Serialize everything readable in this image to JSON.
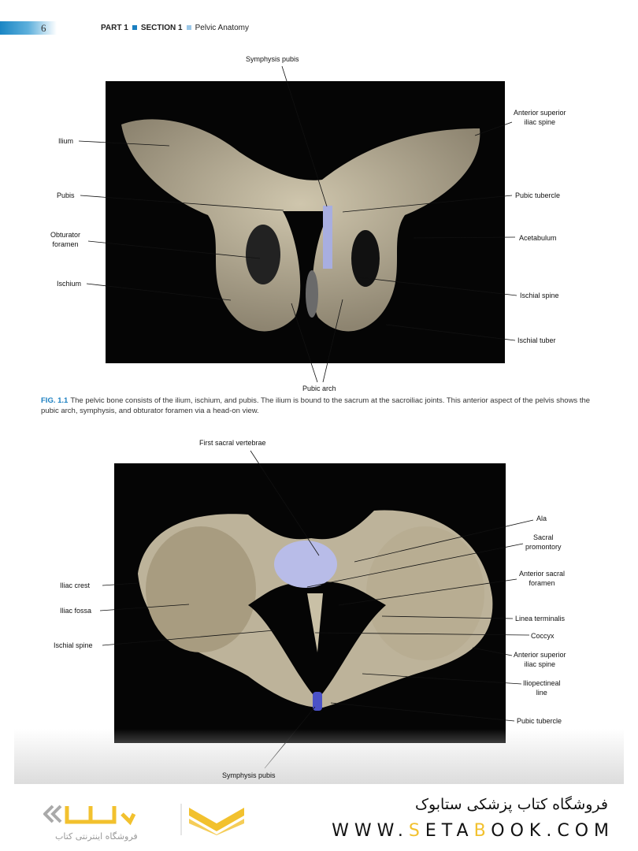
{
  "header": {
    "page_number": "6",
    "part": "PART 1",
    "section": "SECTION 1",
    "chapter": "Pelvic Anatomy",
    "accent": "#1a7fc1"
  },
  "figure1": {
    "labels": {
      "symphysis_pubis": "Symphysis pubis",
      "ilium": "Ilium",
      "pubis": "Pubis",
      "obturator_foramen_1": "Obturator",
      "obturator_foramen_2": "foramen",
      "ischium": "Ischium",
      "asis_1": "Anterior superior",
      "asis_2": "iliac spine",
      "pubic_tubercle": "Pubic tubercle",
      "acetabulum": "Acetabulum",
      "ischial_spine": "Ischial spine",
      "ischial_tuber": "Ischial tuber",
      "pubic_arch": "Pubic arch"
    },
    "caption_label": "FIG. 1.1",
    "caption_text": "The pelvic bone consists of the ilium, ischium, and pubis. The ilium is bound to the sacrum at the sacroiliac joints. This anterior aspect of the pelvis shows the pubic arch, symphysis, and obturator foramen via a head-on view."
  },
  "figure2": {
    "labels": {
      "first_sacral": "First sacral vertebrae",
      "ala": "Ala",
      "sacral_prom_1": "Sacral",
      "sacral_prom_2": "promontory",
      "ant_sacral_1": "Anterior sacral",
      "ant_sacral_2": "foramen",
      "linea_terminalis": "Linea terminalis",
      "coccyx": "Coccyx",
      "asis_1": "Anterior superior",
      "asis_2": "iliac spine",
      "iliopectineal_1": "Iliopectineal",
      "iliopectineal_2": "line",
      "pubic_tubercle": "Pubic tubercle",
      "iliac_crest": "Iliac crest",
      "iliac_fossa": "Iliac fossa",
      "ischial_spine": "Ischial spine",
      "symphysis_pubis": "Symphysis pubis"
    }
  },
  "footer": {
    "store_name_fa": "فروشگاه کتاب پزشکی ستابوک",
    "url_pre": "WWW.",
    "url_s": "S",
    "url_eta": "ETA",
    "url_b": "B",
    "url_rest": "OOK.COM",
    "logo_tagline_fa": "فروشگاه اینترنتی کتاب",
    "logo_accent": "#f2c12e"
  }
}
